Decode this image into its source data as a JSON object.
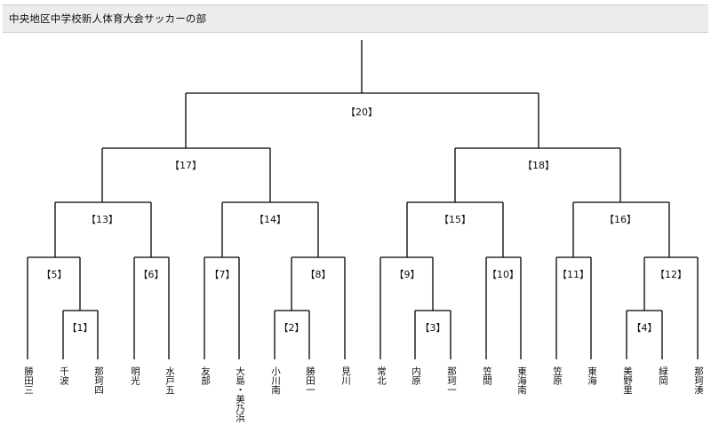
{
  "title": "中央地区中学校新人体育大会サッカーの部",
  "teams": [
    "勝田三",
    "千波",
    "那珂四",
    "明光",
    "水戸五",
    "友部",
    "大島・美乃浜",
    "小川南",
    "勝田一",
    "見川",
    "常北",
    "内原",
    "那珂一",
    "笠間",
    "東海南",
    "笠原",
    "東海",
    "美野里",
    "緑岡",
    "那珂湊"
  ],
  "matches": [
    "【1】",
    "【2】",
    "【3】",
    "【4】",
    "【5】",
    "【6】",
    "【7】",
    "【8】",
    "【9】",
    "【10】",
    "【11】",
    "【12】",
    "【13】",
    "【14】",
    "【15】",
    "【16】",
    "【17】",
    "【18】",
    "【20】"
  ]
}
